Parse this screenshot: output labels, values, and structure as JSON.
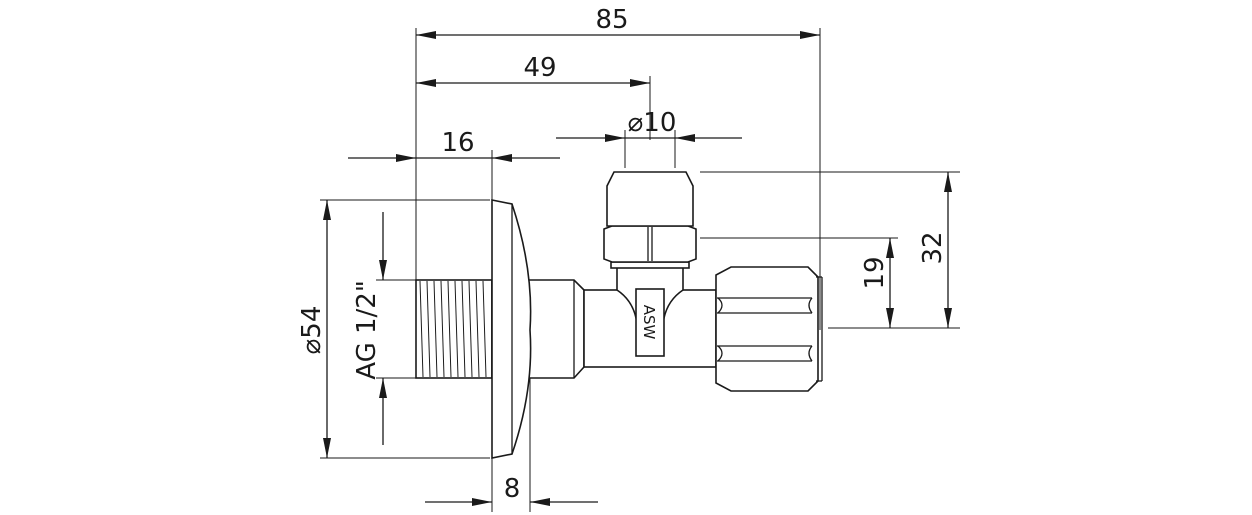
{
  "drawing": {
    "dimensions": {
      "overall_length": "85",
      "outlet_position": "49",
      "outlet_diameter": "⌀10",
      "thread_length": "16",
      "rosette_diameter": "⌀54",
      "thread_spec": "AG 1/2\"",
      "rosette_depth": "8",
      "nut_height": "19",
      "outlet_height": "32"
    },
    "brand_label": "ASW"
  }
}
